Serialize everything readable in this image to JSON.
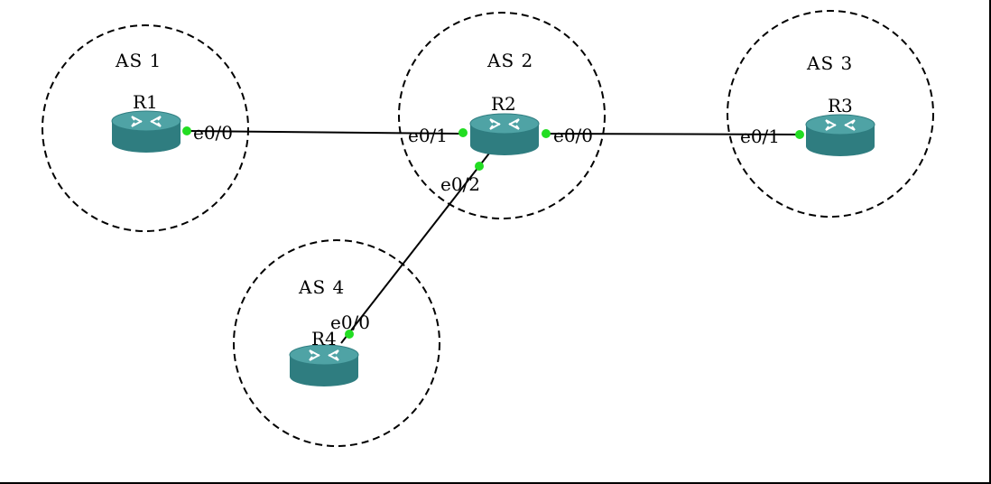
{
  "diagram": {
    "areas": [
      {
        "id": "as1",
        "label": "AS 1"
      },
      {
        "id": "as2",
        "label": "AS 2"
      },
      {
        "id": "as3",
        "label": "AS 3"
      },
      {
        "id": "as4",
        "label": "AS 4"
      }
    ],
    "routers": [
      {
        "id": "r1",
        "label": "R1"
      },
      {
        "id": "r2",
        "label": "R2"
      },
      {
        "id": "r3",
        "label": "R3"
      },
      {
        "id": "r4",
        "label": "R4"
      }
    ],
    "links": [
      {
        "id": "r1-r2",
        "from": "R1",
        "to": "R2",
        "from_if": "e0/0",
        "to_if": "e0/1"
      },
      {
        "id": "r2-r3",
        "from": "R2",
        "to": "R3",
        "from_if": "e0/0",
        "to_if": "e0/1"
      },
      {
        "id": "r2-r4",
        "from": "R2",
        "to": "R4",
        "from_if": "e0/2",
        "to_if": "e0/0"
      }
    ],
    "colors": {
      "router_top": "#4fa3a5",
      "router_side": "#2f7d80",
      "port_dot": "#22dd22",
      "line": "#000000"
    }
  }
}
